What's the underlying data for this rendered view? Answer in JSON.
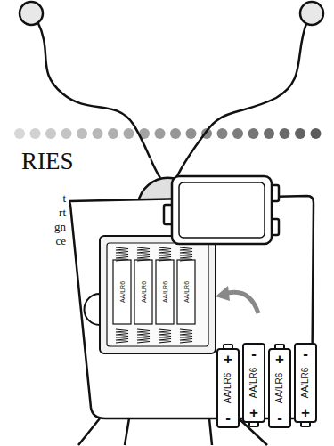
{
  "diagram": {
    "title": "RIES",
    "labels": [
      "t",
      "rt",
      "gn",
      "ce",
      "AA/LR6",
      "AA/LR6",
      "AA/LR6",
      "AA/LR6",
      "+",
      "AA/LR6",
      "-",
      "-",
      "AA/LR6",
      "+",
      "+",
      "AA/LR6",
      "-",
      "-",
      "AA/LR6",
      "+"
    ]
  }
}
